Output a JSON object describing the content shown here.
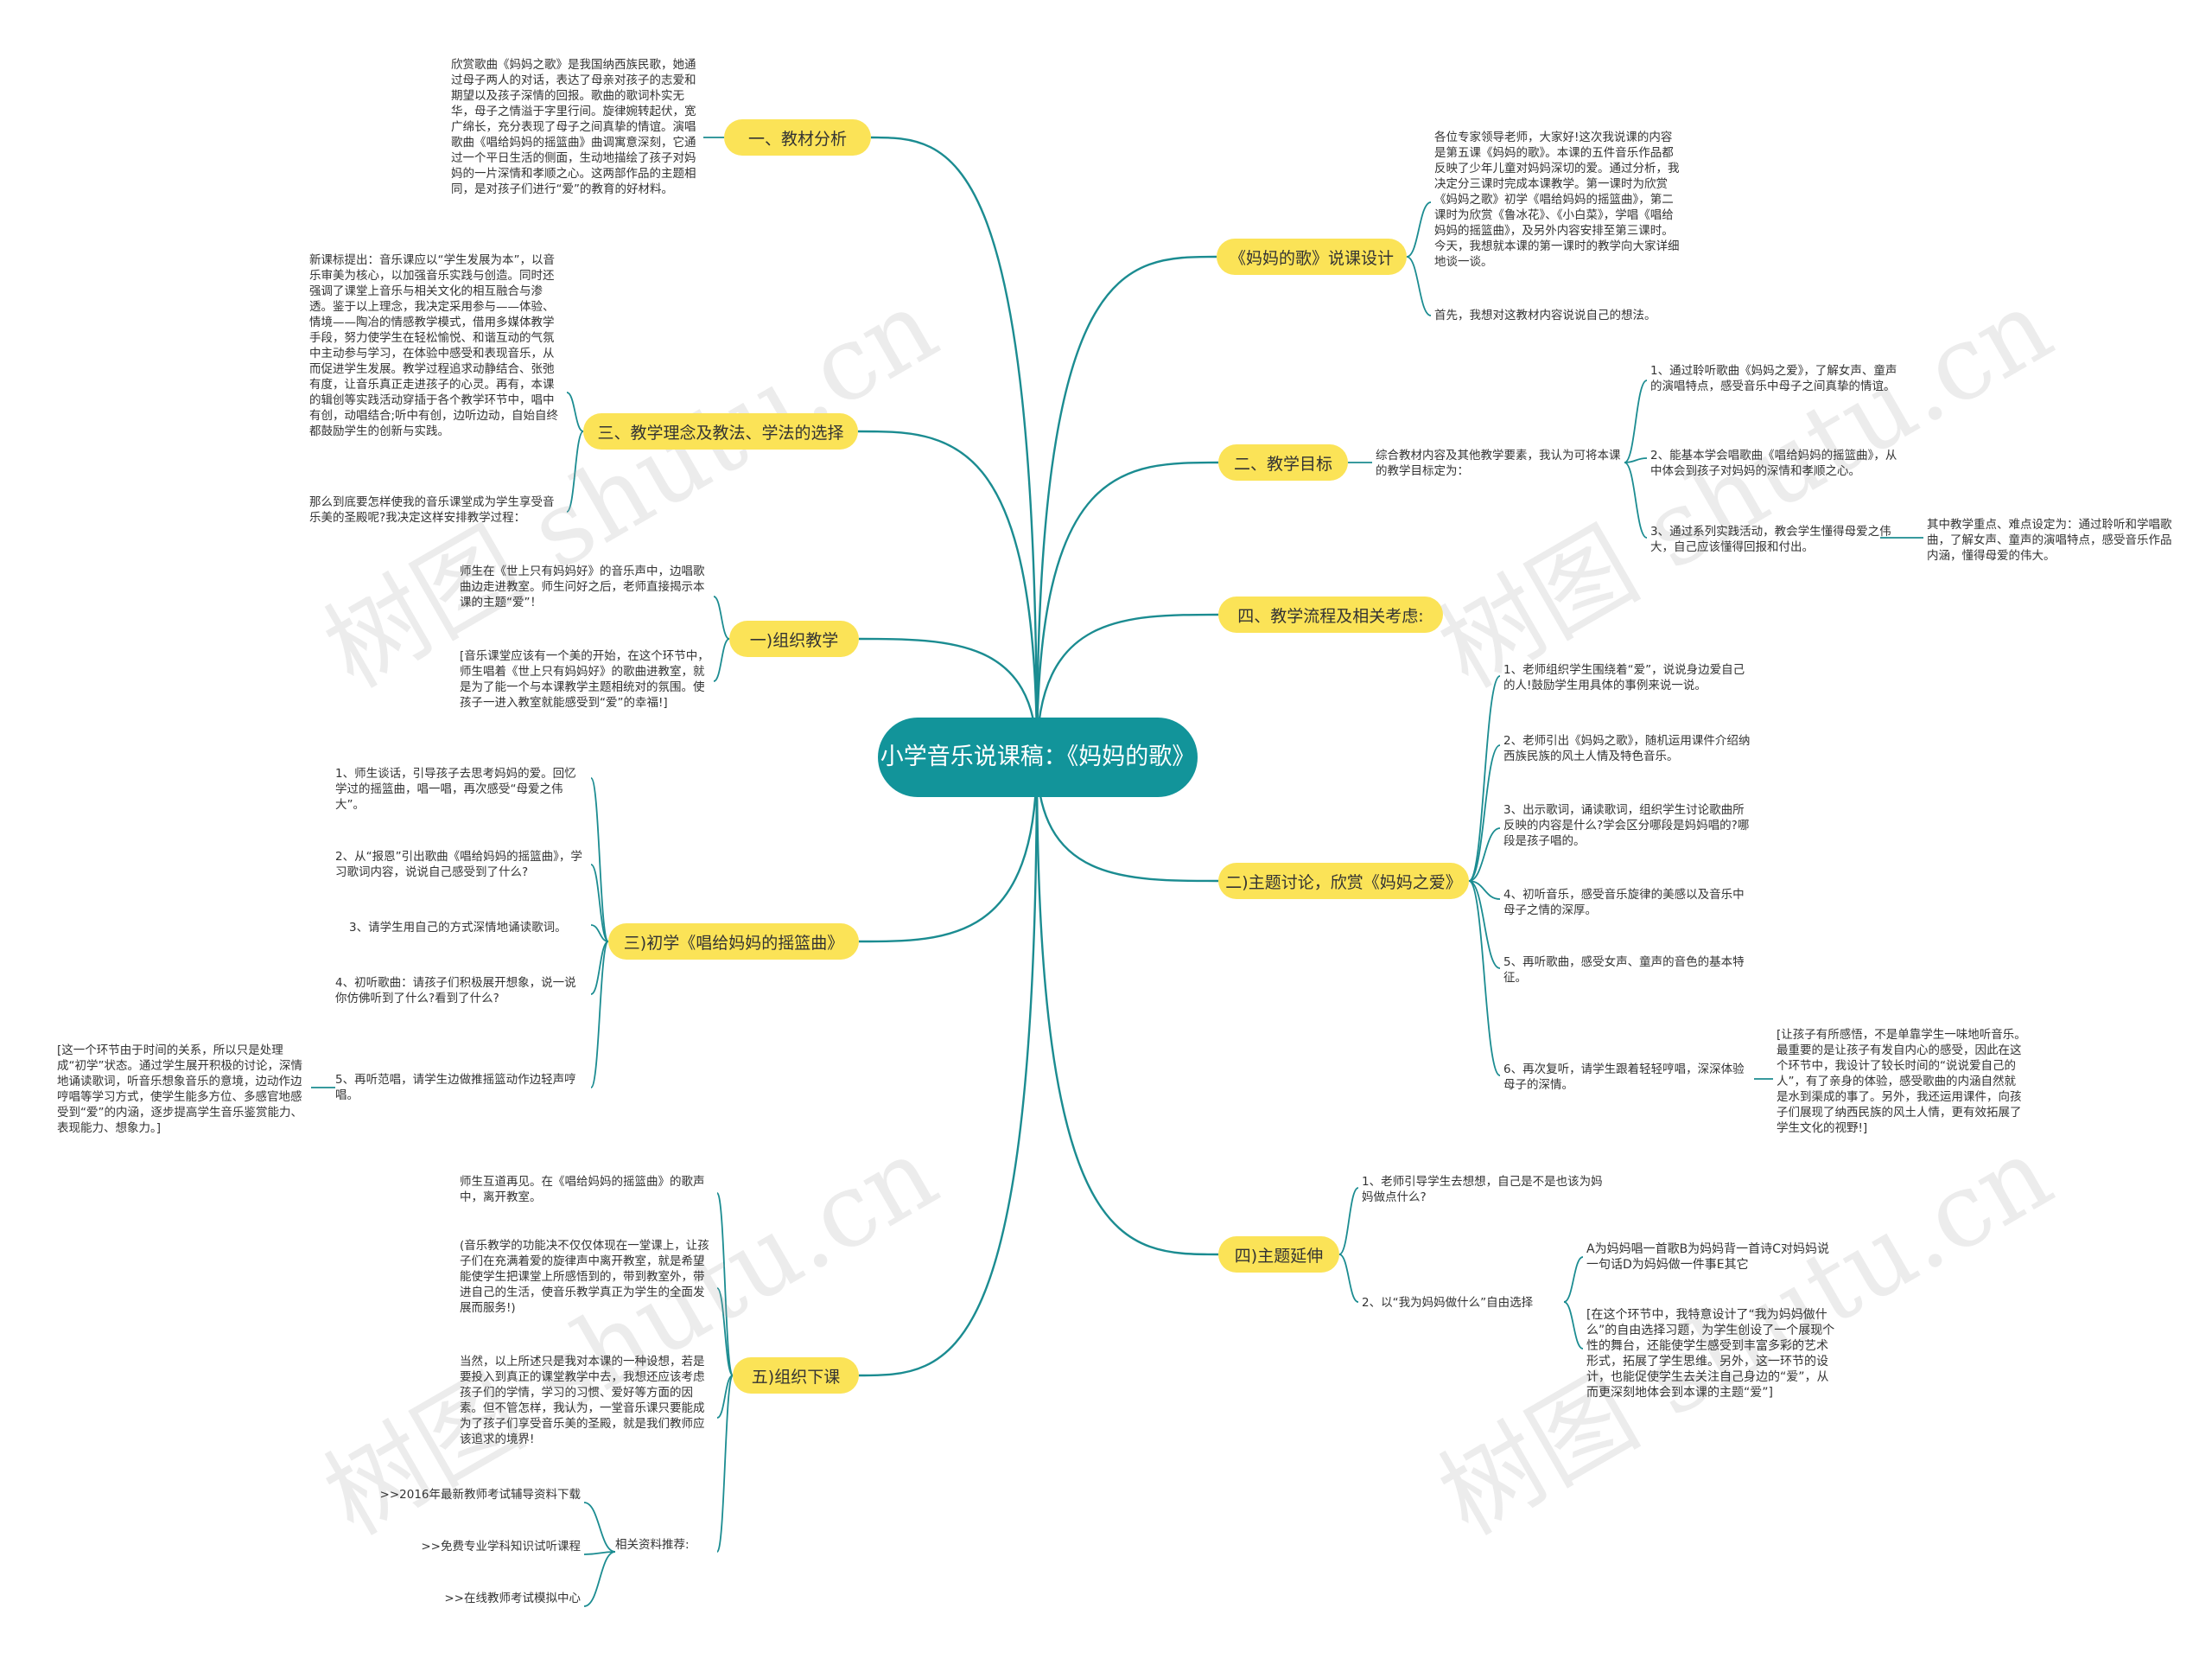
{
  "root": {
    "label": "小学音乐说课稿：《妈妈的歌》"
  },
  "colors": {
    "link": "#1b8c91",
    "root": "#12949a",
    "branch": "#fbe357"
  },
  "watermark": "树图 shutu.cn",
  "left": [
    {
      "label": "一、教材分析",
      "leaves": [
        "欣赏歌曲《妈妈之歌》是我国纳西族民歌，她通过母子两人的对话，表达了母亲对孩子的志爱和期望以及孩子深情的回报。歌曲的歌词朴实无华，母子之情溢于字里行间。旋律婉转起伏，宽广绵长，充分表现了母子之间真挚的情谊。演唱歌曲《唱给妈妈的摇篮曲》曲调寓意深刻，它通过一个平日生活的侧面，生动地描绘了孩子对妈妈的一片深情和孝顺之心。这两部作品的主题相同，是对孩子们进行“爱”的教育的好材料。"
      ]
    },
    {
      "label": "三、教学理念及教法、学法的选择",
      "leaves": [
        "新课标提出：音乐课应以“学生发展为本”，以音乐审美为核心，以加强音乐实践与创造。同时还强调了课堂上音乐与相关文化的相互融合与渗透。鉴于以上理念，我决定采用参与——体验、情境——陶冶的情感教学模式，借用多媒体教学手段，努力使学生在轻松愉悦、和谐互动的气氛中主动参与学习，在体验中感受和表现音乐，从而促进学生发展。教学过程追求动静结合、张弛有度，让音乐真正走进孩子的心灵。再有，本课的辑创等实践活动穿插于各个教学环节中，唱中有创，动唱结合;听中有创，边听边动，自始自终都鼓励学生的创新与实践。",
        "那么到底要怎样使我的音乐课堂成为学生享受音乐美的圣殿呢?我决定这样安排教学过程："
      ]
    },
    {
      "label": "一)组织教学",
      "leaves": [
        "师生在《世上只有妈妈好》的音乐声中，边唱歌曲边走进教室。师生问好之后，老师直接揭示本课的主题“爱”！",
        "[音乐课堂应该有一个美的开始，在这个环节中，师生唱着《世上只有妈妈好》的歌曲进教室，就是为了能一个与本课教学主题相统对的氛围。使孩子一进入教室就能感受到“爱”的幸福!]"
      ]
    },
    {
      "label": "三)初学《唱给妈妈的摇篮曲》",
      "leaves": [
        "1、师生谈话，引导孩子去思考妈妈的爱。回忆学过的摇篮曲，唱一唱，再次感受“母爱之伟大”。",
        "2、从“报恩”引出歌曲《唱给妈妈的摇篮曲》，学习歌词内容，说说自己感受到了什么?",
        "3、请学生用自己的方式深情地诵读歌词。",
        "4、初听歌曲：请孩子们积极展开想象，说一说你仿佛听到了什么?看到了什么?",
        "5、再听范唱，请学生边做推摇篮动作边轻声哼唱。"
      ],
      "note": "[这一个环节由于时间的关系，所以只是处理成“初学”状态。通过学生展开积极的讨论，深情地诵读歌词，听音乐想象音乐的意境，边动作边哼唱等学习方式，使学生能多方位、多感官地感受到“爱”的内涵，逐步提高学生音乐鉴赏能力、表现能力、想象力。]"
    },
    {
      "label": "五)组织下课",
      "leaves": [
        "师生互道再见。在《唱给妈妈的摇篮曲》的歌声中，离开教室。",
        "(音乐教学的功能决不仅仅体现在一堂课上，让孩子们在充满着爱的旋律声中离开教室，就是希望能使学生把课堂上所感悟到的，带到教室外，带进自己的生活，使音乐教学真正为学生的全面发展而服务!)",
        "当然，以上所述只是我对本课的一种设想，若是要投入到真正的课堂教学中去，我想还应该考虑孩子们的学情，学习的习惯、爱好等方面的因素。但不管怎样，我认为，一堂音乐课只要能成为了孩子们享受音乐美的圣殿，就是我们教师应该追求的境界!"
      ],
      "resource_label": "相关资料推荐:",
      "resources": [
        ">>2016年最新教师考试辅导资料下载",
        ">>免费专业学科知识试听课程",
        ">>在线教师考试模拟中心"
      ]
    }
  ],
  "right": [
    {
      "label": "《妈妈的歌》说课设计",
      "leaves": [
        "各位专家领导老师，大家好!这次我说课的内容是第五课《妈妈的歌》。本课的五件音乐作品都反映了少年儿童对妈妈深切的爱。通过分析，我决定分三课时完成本课教学。第一课时为欣赏《妈妈之歌》初学《唱给妈妈的摇篮曲》，第二课时为欣赏《鲁冰花》、《小白菜》，学唱《唱给妈妈的摇篮曲》，及另外内容安排至第三课时。今天，我想就本课的第一课时的教学向大家详细地谈一谈。",
        "首先，我想对这教材内容说说自己的想法。"
      ]
    },
    {
      "label": "二、教学目标",
      "intro": "综合教材内容及其他教学要素，我认为可将本课的教学目标定为：",
      "leaves": [
        "1、通过聆听歌曲《妈妈之爱》，了解女声、童声的演唱特点，感受音乐中母子之间真挚的情谊。",
        "2、能基本学会唱歌曲《唱给妈妈的摇篮曲》，从中体会到孩子对妈妈的深情和孝顺之心。",
        "3、通过系列实践活动，教会学生懂得母爱之伟大，自己应该懂得回报和付出。"
      ],
      "note": "其中教学重点、难点设定为：通过聆听和学唱歌曲，了解女声、童声的演唱特点，感受音乐作品内涵，懂得母爱的伟大。"
    },
    {
      "label": "四、教学流程及相关考虑:",
      "leaves": []
    },
    {
      "label": "二)主题讨论，欣赏《妈妈之爱》",
      "leaves": [
        "1、老师组织学生围绕着“爱”，说说身边爱自己的人!鼓励学生用具体的事例来说一说。",
        "2、老师引出《妈妈之歌》，随机运用课件介绍纳西族民族的风土人情及特色音乐。",
        "3、出示歌词，诵读歌词，组织学生讨论歌曲所反映的内容是什么?学会区分哪段是妈妈唱的?哪段是孩子唱的。",
        "4、初听音乐，感受音乐旋律的美感以及音乐中母子之情的深厚。",
        "5、再听歌曲，感受女声、童声的音色的基本特征。",
        "6、再次复听，请学生跟着轻轻哼唱，深深体验母子的深情。"
      ],
      "note": "[让孩子有所感悟，不是单靠学生一味地听音乐。最重要的是让孩子有发自内心的感受，因此在这个环节中，我设计了较长时间的“说说爱自己的人”，有了亲身的体验，感受歌曲的内涵自然就是水到渠成的事了。另外，我还运用课件，向孩子们展现了纳西民族的风土人情，更有效拓展了学生文化的视野!]"
    },
    {
      "label": "四)主题延伸",
      "leaves": [
        "1、老师引导学生去想想，自己是不是也该为妈妈做点什么?",
        "2、以“我为妈妈做什么”自由选择"
      ],
      "sub": [
        "A为妈妈唱一首歌B为妈妈背一首诗C对妈妈说一句话D为妈妈做一件事E其它",
        "[在这个环节中，我特意设计了“我为妈妈做什么”的自由选择习题，为学生创设了一个展现个性的舞台，还能使学生感受到丰富多彩的艺术形式，拓展了学生思维。另外，这一环节的设计，也能促使学生去关注自己身边的“爱”，从而更深刻地体会到本课的主题“爱”]"
      ]
    }
  ]
}
